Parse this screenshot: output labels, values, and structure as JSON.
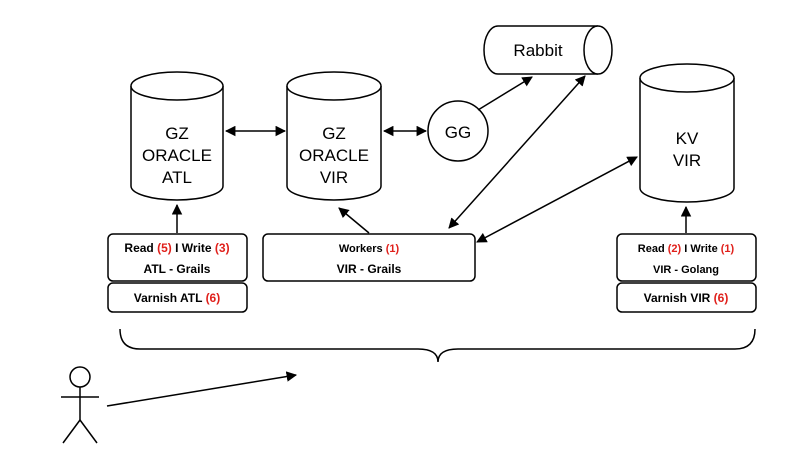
{
  "nodes": {
    "gz_atl": {
      "lines": [
        "GZ",
        "ORACLE",
        "ATL"
      ]
    },
    "gz_vir": {
      "lines": [
        "GZ",
        "ORACLE",
        "VIR"
      ]
    },
    "gg": {
      "label": "GG"
    },
    "rabbit": {
      "label": "Rabbit"
    },
    "kv_vir": {
      "lines": [
        "KV",
        "VIR"
      ]
    }
  },
  "boxes": {
    "atl_app": {
      "read_label": "Read ",
      "read_count": "(5)",
      "write_label": " I Write ",
      "write_count": "(3)",
      "subtitle": "ATL - Grails"
    },
    "varnish_atl": {
      "label": "Varnish ATL ",
      "count": "(6)"
    },
    "workers": {
      "label": "Workers ",
      "count": "(1)",
      "subtitle": "VIR - Grails"
    },
    "vir_golang": {
      "read_label": "Read ",
      "read_count": "(2)",
      "write_label": " I Write ",
      "write_count": "(1)",
      "subtitle": "VIR - Golang"
    },
    "varnish_vir": {
      "label": "Varnish VIR ",
      "count": "(6)"
    }
  },
  "colors": {
    "stroke": "#000000",
    "highlight": "#e0201b",
    "background": "#ffffff"
  }
}
